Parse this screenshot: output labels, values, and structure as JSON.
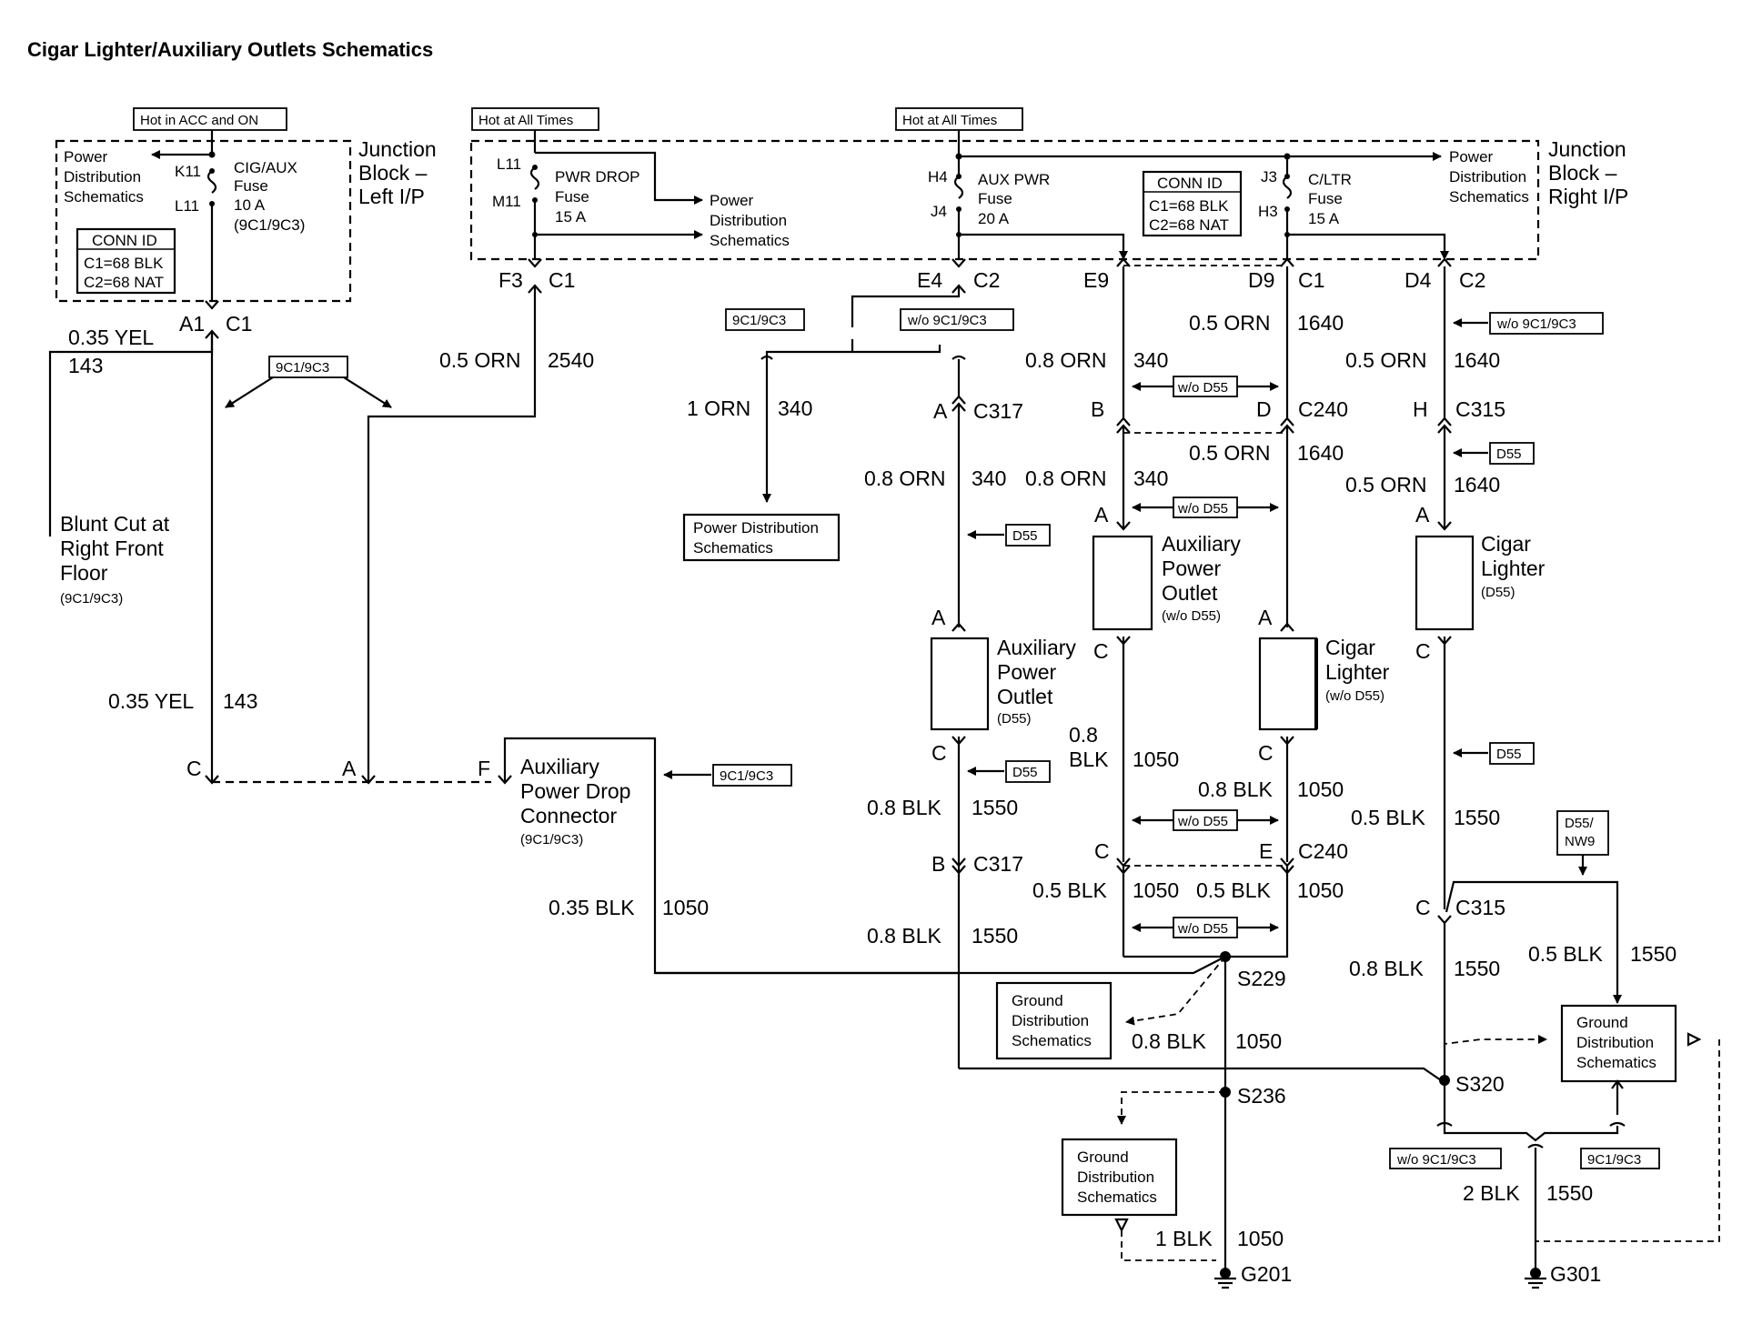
{
  "title": "Cigar Lighter/Auxiliary Outlets Schematics",
  "tags": {
    "hot_acc_on": "Hot in ACC and ON",
    "hot_all_times": "Hot at All Times",
    "opt_9c1": "9C1/9C3",
    "opt_wo_9c1": "w/o 9C1/9C3",
    "opt_wo_d55": "w/o D55",
    "opt_d55": "D55",
    "opt_d55_nw9_l1": "D55/",
    "opt_d55_nw9_l2": "NW9"
  },
  "jb_left": {
    "title_l1": "Junction",
    "title_l2": "Block –",
    "title_l3": "Left I/P",
    "pds_l1": "Power",
    "pds_l2": "Distribution",
    "pds_l3": "Schematics",
    "pin_k11": "K11",
    "pin_l11": "L11",
    "fuse_l1": "CIG/AUX",
    "fuse_l2": "Fuse",
    "fuse_l3": "10 A",
    "fuse_l4": "(9C1/9C3)",
    "conn_title": "CONN ID",
    "conn_c1": "C1=68 BLK",
    "conn_c2": "C2=68 NAT"
  },
  "jb_right": {
    "title_l1": "Junction",
    "title_l2": "Block –",
    "title_l3": "Right I/P",
    "pin_l11": "L11",
    "pin_m11": "M11",
    "pwr_drop_l1": "PWR DROP",
    "pwr_drop_l2": "Fuse",
    "pwr_drop_l3": "15 A",
    "pds_a_l1": "Power",
    "pds_a_l2": "Distribution",
    "pds_a_l3": "Schematics",
    "pin_h4": "H4",
    "pin_j4": "J4",
    "aux_l1": "AUX PWR",
    "aux_l2": "Fuse",
    "aux_l3": "20 A",
    "conn_title": "CONN ID",
    "conn_c1": "C1=68 BLK",
    "conn_c2": "C2=68 NAT",
    "pin_j3": "J3",
    "pin_h3": "H3",
    "cltr_l1": "C/LTR",
    "cltr_l2": "Fuse",
    "cltr_l3": "15 A",
    "pds_b_l1": "Power",
    "pds_b_l2": "Distribution",
    "pds_b_l3": "Schematics"
  },
  "connectors": {
    "a1": "A1",
    "c1": "C1",
    "f3": "F3",
    "e4": "E4",
    "c2": "C2",
    "e9": "E9",
    "d9": "D9",
    "d4": "D4",
    "a": "A",
    "b": "B",
    "c": "C",
    "d": "D",
    "e": "E",
    "f": "F",
    "h": "H",
    "c317": "C317",
    "c240": "C240",
    "c315": "C315"
  },
  "wires": {
    "yel_035": "0.35 YEL",
    "c143": "143",
    "orn_05": "0.5 ORN",
    "c2540": "2540",
    "orn_1": "1 ORN",
    "c340": "340",
    "orn_08": "0.8 ORN",
    "c1640": "1640",
    "blk_08": "0.8 BLK",
    "blk_08_a": "0.8",
    "blk_08_b": "BLK",
    "c1050": "1050",
    "c1550": "1550",
    "blk_05": "0.5 BLK",
    "blk_035": "0.35 BLK",
    "blk_1": "1 BLK",
    "blk_2": "2 BLK"
  },
  "components": {
    "blunt_l1": "Blunt Cut at",
    "blunt_l2": "Right Front",
    "blunt_l3": "Floor",
    "blunt_l4": "(9C1/9C3)",
    "apd_l1": "Auxiliary",
    "apd_l2": "Power Drop",
    "apd_l3": "Connector",
    "apd_l4": "(9C1/9C3)",
    "pds_box_l1": "Power Distribution",
    "pds_box_l2": "Schematics",
    "apo_l1": "Auxiliary",
    "apo_l2": "Power",
    "apo_l3": "Outlet",
    "apo_d55": "(D55)",
    "apo_wo_d55": "(w/o D55)",
    "cig_l1": "Cigar",
    "cig_l2": "Lighter",
    "cig_wo_d55": "(w/o D55)",
    "cig_d55": "(D55)",
    "gds_l1": "Ground",
    "gds_l2": "Distribution",
    "gds_l3": "Schematics"
  },
  "splices": {
    "s229": "S229",
    "s236": "S236",
    "s320": "S320"
  },
  "grounds": {
    "g201": "G201",
    "g301": "G301"
  }
}
